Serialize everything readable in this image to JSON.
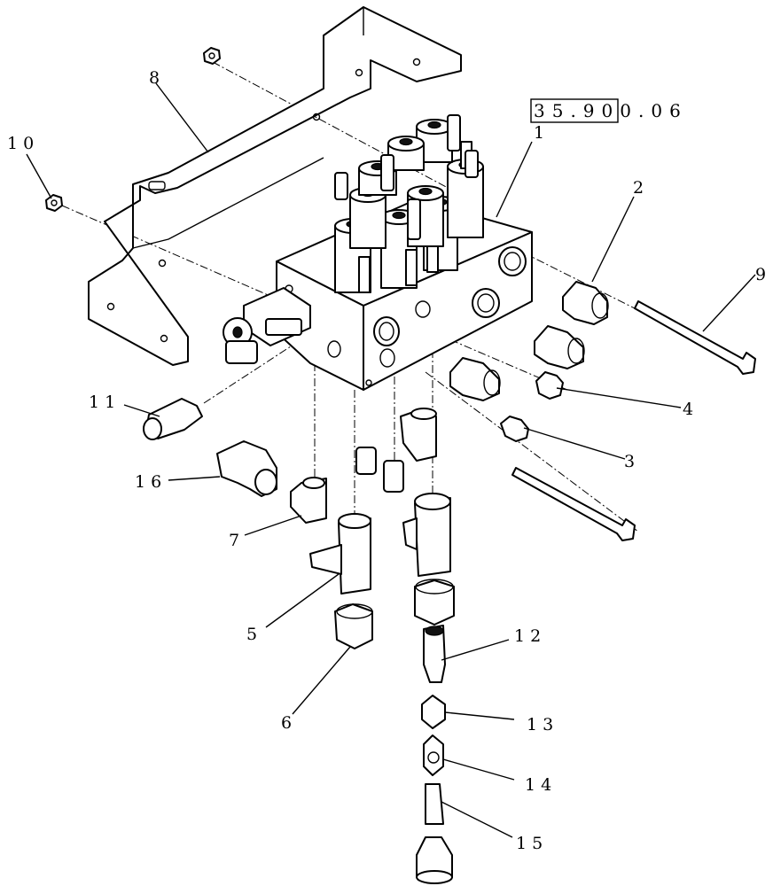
{
  "diagram": {
    "reference_code": "35.900.06",
    "callouts": [
      {
        "id": "c1",
        "text": "1"
      },
      {
        "id": "c2",
        "text": "2"
      },
      {
        "id": "c3",
        "text": "3"
      },
      {
        "id": "c4",
        "text": "4"
      },
      {
        "id": "c5",
        "text": "5"
      },
      {
        "id": "c6",
        "text": "6"
      },
      {
        "id": "c7",
        "text": "7"
      },
      {
        "id": "c8",
        "text": "8"
      },
      {
        "id": "c9",
        "text": "9"
      },
      {
        "id": "c10",
        "text": "10"
      },
      {
        "id": "c11",
        "text": "11"
      },
      {
        "id": "c12",
        "text": "12"
      },
      {
        "id": "c13",
        "text": "13"
      },
      {
        "id": "c14",
        "text": "14"
      },
      {
        "id": "c15",
        "text": "15"
      },
      {
        "id": "c16",
        "text": "16"
      }
    ]
  }
}
